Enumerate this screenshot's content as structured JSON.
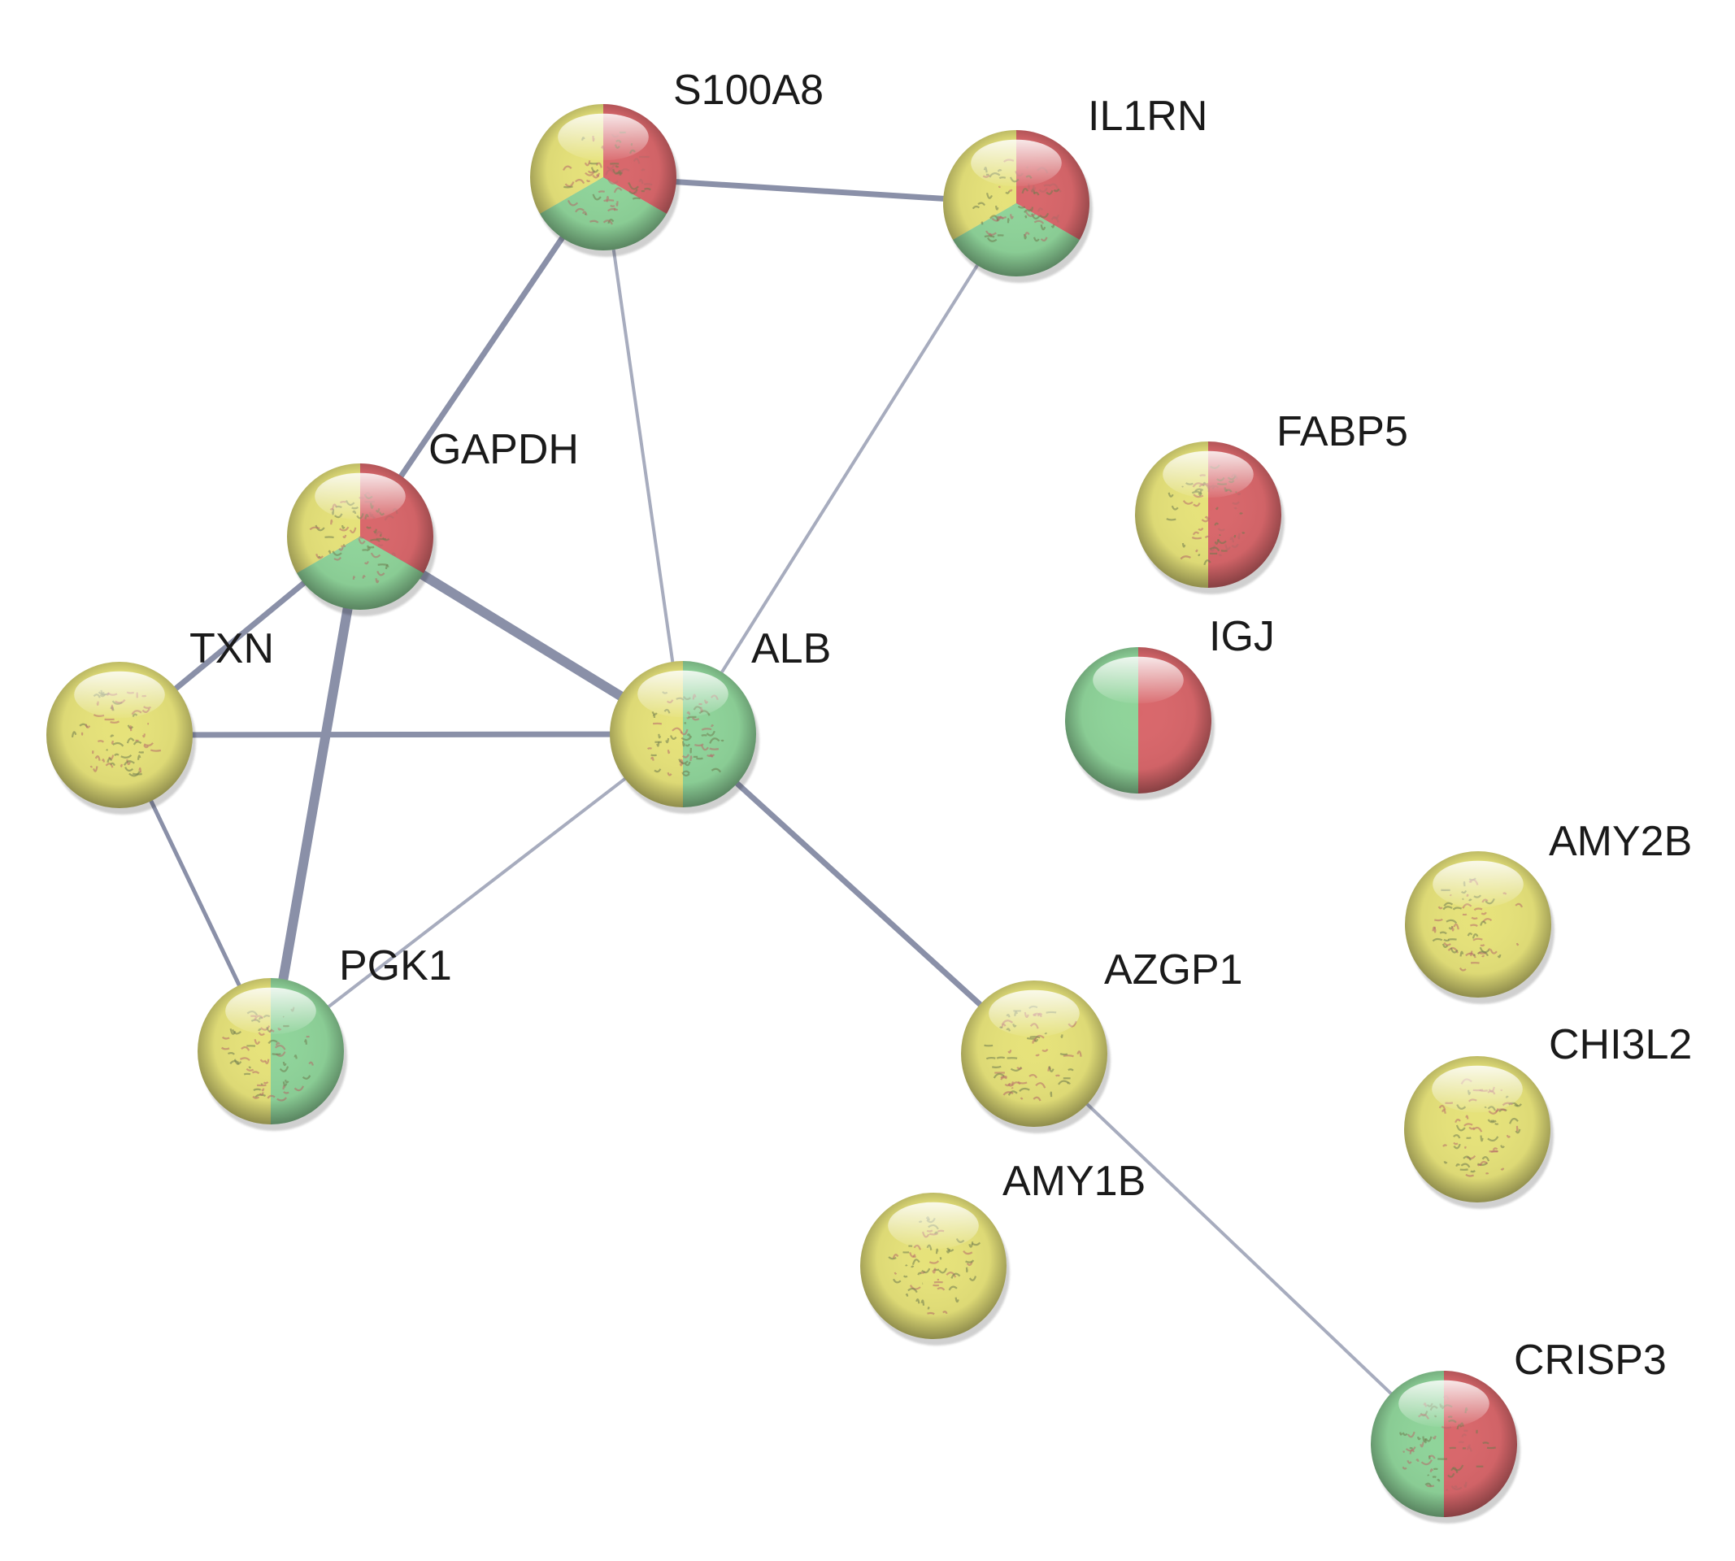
{
  "network": {
    "colors": {
      "yellow": "#e6e27a",
      "red": "#d9676b",
      "green": "#8fd49a",
      "edge": "#8a90a8",
      "background": "#ffffff"
    },
    "nodes": [
      {
        "id": "S100A8",
        "label": "S100A8",
        "segments": [
          "yellow",
          "red",
          "green"
        ],
        "structure": true
      },
      {
        "id": "IL1RN",
        "label": "IL1RN",
        "segments": [
          "yellow",
          "red",
          "green"
        ],
        "structure": true
      },
      {
        "id": "GAPDH",
        "label": "GAPDH",
        "segments": [
          "yellow",
          "red",
          "green"
        ],
        "structure": true
      },
      {
        "id": "FABP5",
        "label": "FABP5",
        "segments": [
          "yellow",
          "red"
        ],
        "structure": true
      },
      {
        "id": "TXN",
        "label": "TXN",
        "segments": [
          "yellow"
        ],
        "structure": true
      },
      {
        "id": "ALB",
        "label": "ALB",
        "segments": [
          "yellow",
          "green"
        ],
        "structure": true
      },
      {
        "id": "IGJ",
        "label": "IGJ",
        "segments": [
          "green",
          "red"
        ],
        "structure": false
      },
      {
        "id": "AMY2B",
        "label": "AMY2B",
        "segments": [
          "yellow"
        ],
        "structure": true
      },
      {
        "id": "PGK1",
        "label": "PGK1",
        "segments": [
          "yellow",
          "green"
        ],
        "structure": true
      },
      {
        "id": "AZGP1",
        "label": "AZGP1",
        "segments": [
          "yellow"
        ],
        "structure": true
      },
      {
        "id": "CHI3L2",
        "label": "CHI3L2",
        "segments": [
          "yellow"
        ],
        "structure": true
      },
      {
        "id": "AMY1B",
        "label": "AMY1B",
        "segments": [
          "yellow"
        ],
        "structure": true
      },
      {
        "id": "CRISP3",
        "label": "CRISP3",
        "segments": [
          "green",
          "red"
        ],
        "structure": true
      }
    ],
    "edges": [
      {
        "source": "S100A8",
        "target": "IL1RN",
        "strength": "strong"
      },
      {
        "source": "S100A8",
        "target": "GAPDH",
        "strength": "strong"
      },
      {
        "source": "S100A8",
        "target": "ALB",
        "strength": "weak"
      },
      {
        "source": "IL1RN",
        "target": "ALB",
        "strength": "weak"
      },
      {
        "source": "GAPDH",
        "target": "TXN",
        "strength": "strong"
      },
      {
        "source": "GAPDH",
        "target": "ALB",
        "strength": "very-strong"
      },
      {
        "source": "GAPDH",
        "target": "PGK1",
        "strength": "very-strong"
      },
      {
        "source": "TXN",
        "target": "ALB",
        "strength": "strong"
      },
      {
        "source": "TXN",
        "target": "PGK1",
        "strength": "medium"
      },
      {
        "source": "PGK1",
        "target": "ALB",
        "strength": "weak"
      },
      {
        "source": "ALB",
        "target": "AZGP1",
        "strength": "strong"
      },
      {
        "source": "AZGP1",
        "target": "CRISP3",
        "strength": "weak"
      }
    ]
  }
}
